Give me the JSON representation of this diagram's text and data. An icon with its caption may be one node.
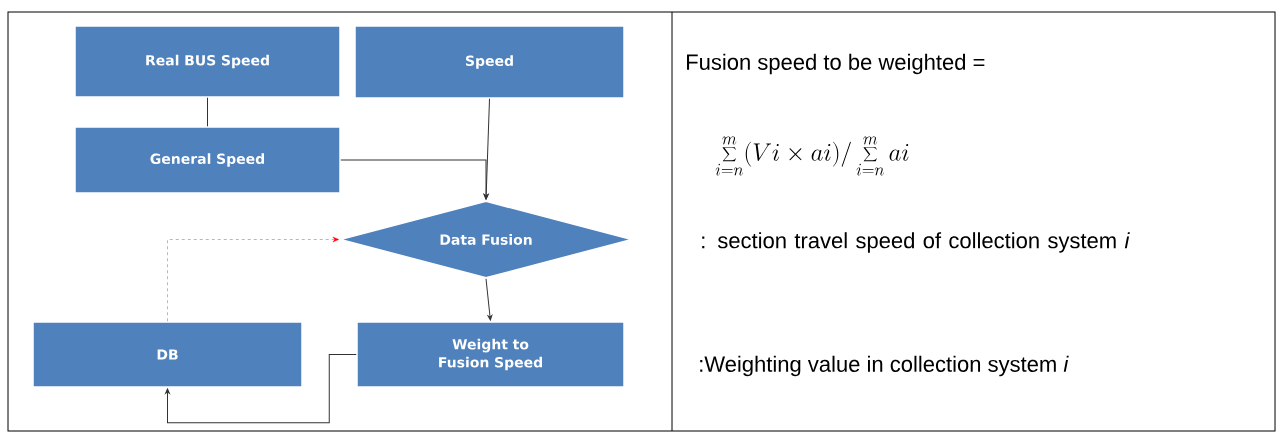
{
  "diagram": {
    "nodes": [
      {
        "text": [
          "Real BUS Speed"
        ]
      },
      {
        "text": [
          "Speed"
        ]
      },
      {
        "text": [
          "General Speed"
        ]
      },
      {
        "text": [
          "Data Fusion"
        ]
      },
      {
        "text": [
          "DB"
        ]
      },
      {
        "text": [
          "Weight to Fusion Speed"
        ]
      }
    ],
    "edges": [
      {
        "from": 0,
        "to": 2,
        "arrow": "none"
      },
      {
        "from": 1,
        "to": 3,
        "arrow": "to"
      },
      {
        "from": 2,
        "to": 3,
        "arrow": "to"
      },
      {
        "from": 3,
        "to": 5,
        "arrow": "to"
      },
      {
        "from": 5,
        "to": 4,
        "arrow": "to"
      },
      {
        "from": 4,
        "to": 3,
        "arrow": "to",
        "style": "dashed",
        "color": "#ff0000"
      }
    ],
    "labels": [
      "Fusion speed to be weighted =",
      "\\sum_{i=n}^{m}(Vi \\times ai)/\\sum_{i=n}^{m}ai",
      ": section travel speed of collection system *i*",
      ":Weighting value in collection system *i*"
    ]
  }
}
